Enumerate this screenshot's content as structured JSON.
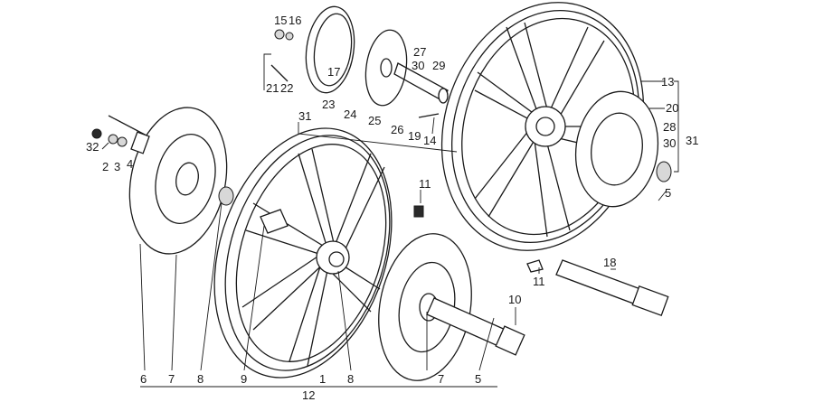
{
  "callouts": {
    "c15": "15",
    "c16": "16",
    "c27": "27",
    "c30a": "30",
    "c29": "29",
    "c17": "17",
    "c21": "21",
    "c22": "22",
    "c23": "23",
    "c24": "24",
    "c25": "25",
    "c26": "26",
    "c19": "19",
    "c14": "14",
    "c13": "13",
    "c20": "20",
    "c28": "28",
    "c30b": "30",
    "c31b": "31",
    "c5b": "5",
    "c31a": "31",
    "c32": "32",
    "c2": "2",
    "c3": "3",
    "c4": "4",
    "c11a": "11",
    "c11b": "11",
    "c18": "18",
    "c10": "10",
    "c6": "6",
    "c7a": "7",
    "c8a": "8",
    "c9": "9",
    "c1": "1",
    "c8b": "8",
    "c7b": "7",
    "c5a": "5",
    "c12": "12"
  }
}
